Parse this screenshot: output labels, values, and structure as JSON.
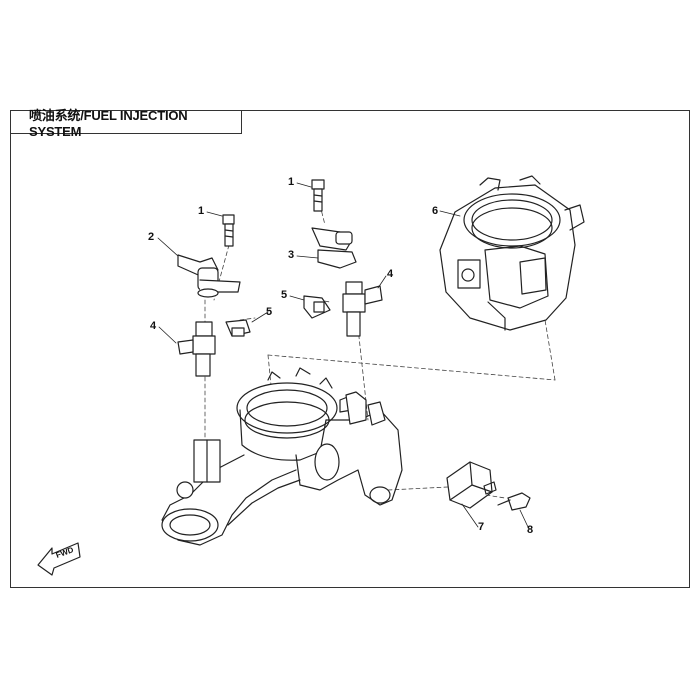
{
  "title": "喷油系统/FUEL INJECTION SYSTEM",
  "fwd_label": "FWD",
  "callouts": [
    {
      "id": "bolt-a",
      "label": "1"
    },
    {
      "id": "bolt-b",
      "label": "1"
    },
    {
      "id": "injector-cap-left",
      "label": "2"
    },
    {
      "id": "injector-cap-right",
      "label": "3"
    },
    {
      "id": "injector-left",
      "label": "4"
    },
    {
      "id": "injector-right",
      "label": "4"
    },
    {
      "id": "clip-left",
      "label": "5"
    },
    {
      "id": "clip-right",
      "label": "5"
    },
    {
      "id": "throttle-body",
      "label": "6"
    },
    {
      "id": "sensor",
      "label": "7"
    },
    {
      "id": "sensor-bolt",
      "label": "8"
    }
  ]
}
